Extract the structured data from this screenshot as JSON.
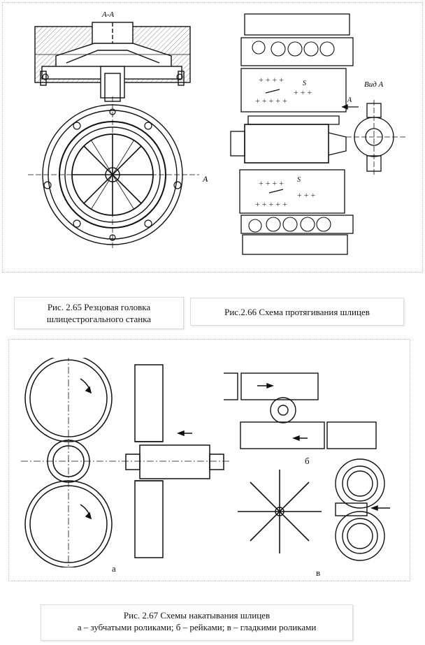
{
  "fig265": {
    "section_label": "А-А",
    "cut_left": "А",
    "cut_right": "А",
    "caption_line1": "Рис. 2.65 Резцовая головка",
    "caption_line2": "шлицестрогального станка"
  },
  "fig266": {
    "view_label": "Вид А",
    "arrow_label": "А",
    "feed_upper": "S",
    "feed_lower": "S",
    "caption": "Рис.2.66 Схема протягивания шлицев"
  },
  "fig267": {
    "label_a": "а",
    "label_b": "б",
    "label_v": "в",
    "caption_line1": "Рис. 2.67 Схемы накатывания шлицев",
    "caption_line2": "а – зубчатыми роликами; б – рейками; в – гладкими роликами"
  }
}
